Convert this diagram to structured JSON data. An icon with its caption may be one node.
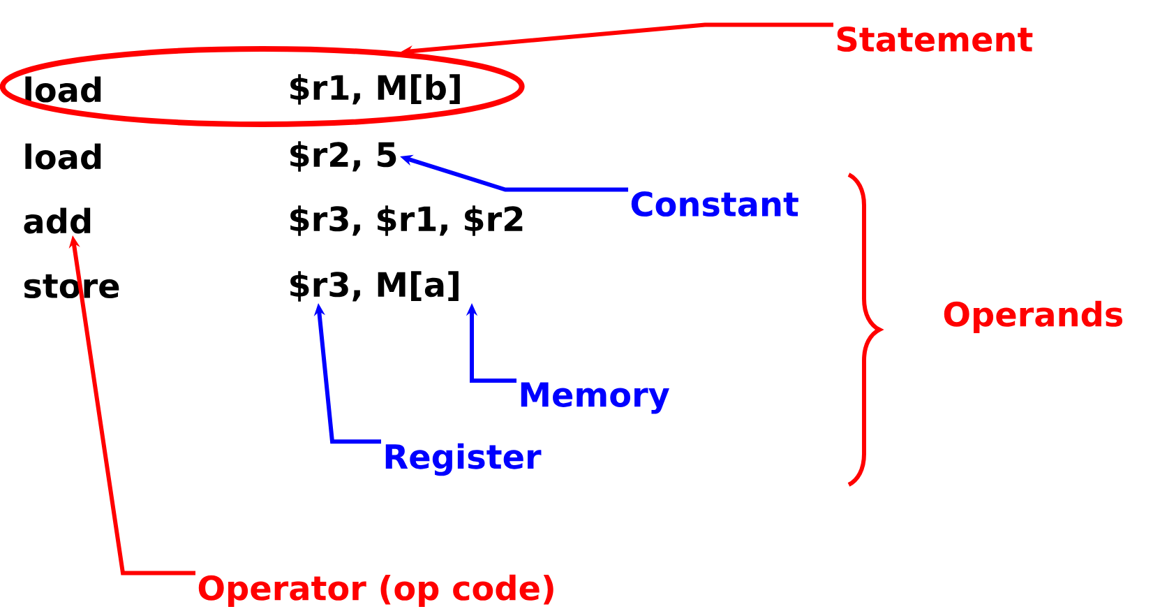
{
  "diagram": {
    "nodes": [
      {
        "text": [],
        "shape": "ellipse"
      },
      {
        "text": [
          "load"
        ],
        "in": 0
      },
      {
        "text": [
          "$r1, M[b]"
        ],
        "in": 0
      },
      {
        "text": [
          "load"
        ]
      },
      {
        "text": [
          "$r2, 5"
        ]
      },
      {
        "text": [
          "add"
        ]
      },
      {
        "text": [
          "$r3, $r1, $r2"
        ]
      },
      {
        "text": [
          "store"
        ]
      },
      {
        "text": [
          "$r3, M[a]"
        ]
      },
      {
        "text": [
          "Statement"
        ]
      },
      {
        "text": [
          "Constant"
        ]
      },
      {
        "text": [
          "Memory"
        ]
      },
      {
        "text": [
          "Register"
        ]
      },
      {
        "text": [
          "Operator (op code)"
        ]
      }
    ],
    "edges": [
      {
        "from": 9,
        "to": 0,
        "arrow": "to",
        "color": "#ff0000"
      },
      {
        "from": 10,
        "to": 4,
        "arrow": "to",
        "color": "#0000ff"
      },
      {
        "from": 11,
        "to": 8,
        "arrow": "to",
        "color": "#0000ff"
      },
      {
        "from": 12,
        "to": 8,
        "arrow": "to",
        "color": "#0000ff"
      },
      {
        "from": 13,
        "to": 5,
        "arrow": "to",
        "color": "#ff0000"
      }
    ],
    "labels": [
      "Operands"
    ]
  }
}
